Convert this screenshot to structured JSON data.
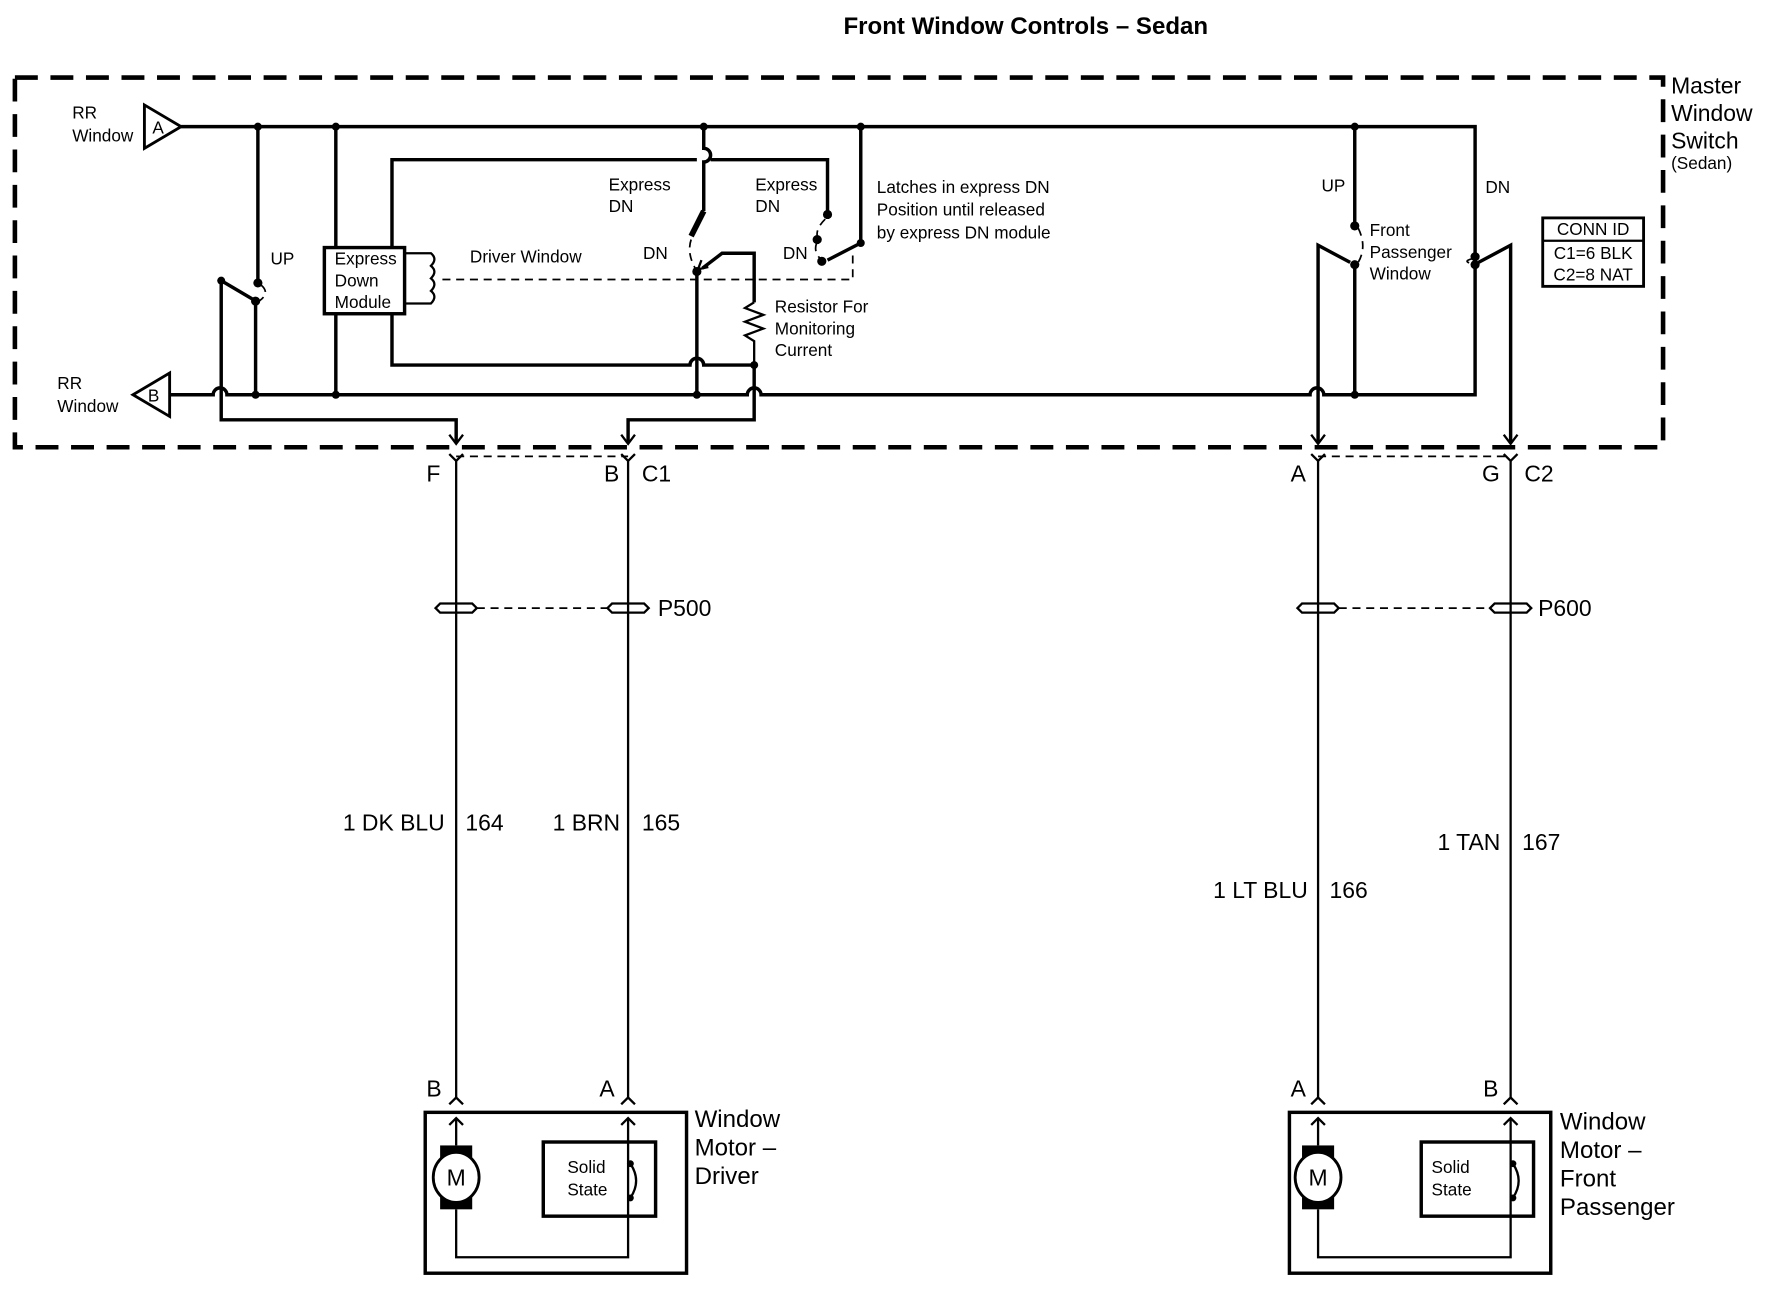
{
  "title": "Front Window Controls – Sedan",
  "master_switch": {
    "name_lines": [
      "Master",
      "Window",
      "Switch"
    ],
    "variant": "(Sedan)",
    "inputs": [
      {
        "id": "A",
        "label_lines": [
          "RR",
          "Window"
        ]
      },
      {
        "id": "B",
        "label_lines": [
          "RR",
          "Window"
        ]
      }
    ],
    "rr_switch_label": "UP",
    "module_lines": [
      "Express",
      "Down",
      "Module"
    ],
    "driver_window_label": "Driver Window",
    "express_dn_1_lines": [
      "Express",
      "DN"
    ],
    "express_dn_2_lines": [
      "Express",
      "DN"
    ],
    "dn_label_1": "DN",
    "dn_label_2": "DN",
    "latch_note_lines": [
      "Latches in express DN",
      "Position until released",
      "by express DN module"
    ],
    "resistor_lines": [
      "Resistor For",
      "Monitoring",
      "Current"
    ],
    "passenger_up": "UP",
    "passenger_dn": "DN",
    "passenger_window_lines": [
      "Front",
      "Passenger",
      "Window"
    ],
    "conn_id": {
      "header": "CONN ID",
      "rows": [
        "C1=6 BLK",
        "C2=8 NAT"
      ]
    }
  },
  "connectors": {
    "c1": {
      "name": "C1",
      "pins": [
        "F",
        "B"
      ]
    },
    "c2": {
      "name": "C2",
      "pins": [
        "A",
        "G"
      ]
    },
    "p500": "P500",
    "p600": "P600"
  },
  "wires": [
    {
      "gauge_color": "1 DK BLU",
      "circuit": "164"
    },
    {
      "gauge_color": "1 BRN",
      "circuit": "165"
    },
    {
      "gauge_color": "1 LT BLU",
      "circuit": "166"
    },
    {
      "gauge_color": "1 TAN",
      "circuit": "167"
    }
  ],
  "motors": [
    {
      "name_lines": [
        "Window",
        "Motor –",
        "Driver"
      ],
      "pins": [
        "B",
        "A"
      ],
      "symbol": "M",
      "solid_state_lines": [
        "Solid",
        "State"
      ]
    },
    {
      "name_lines": [
        "Window",
        "Motor –",
        "Front",
        "Passenger"
      ],
      "pins": [
        "A",
        "B"
      ],
      "symbol": "M",
      "solid_state_lines": [
        "Solid",
        "State"
      ]
    }
  ]
}
